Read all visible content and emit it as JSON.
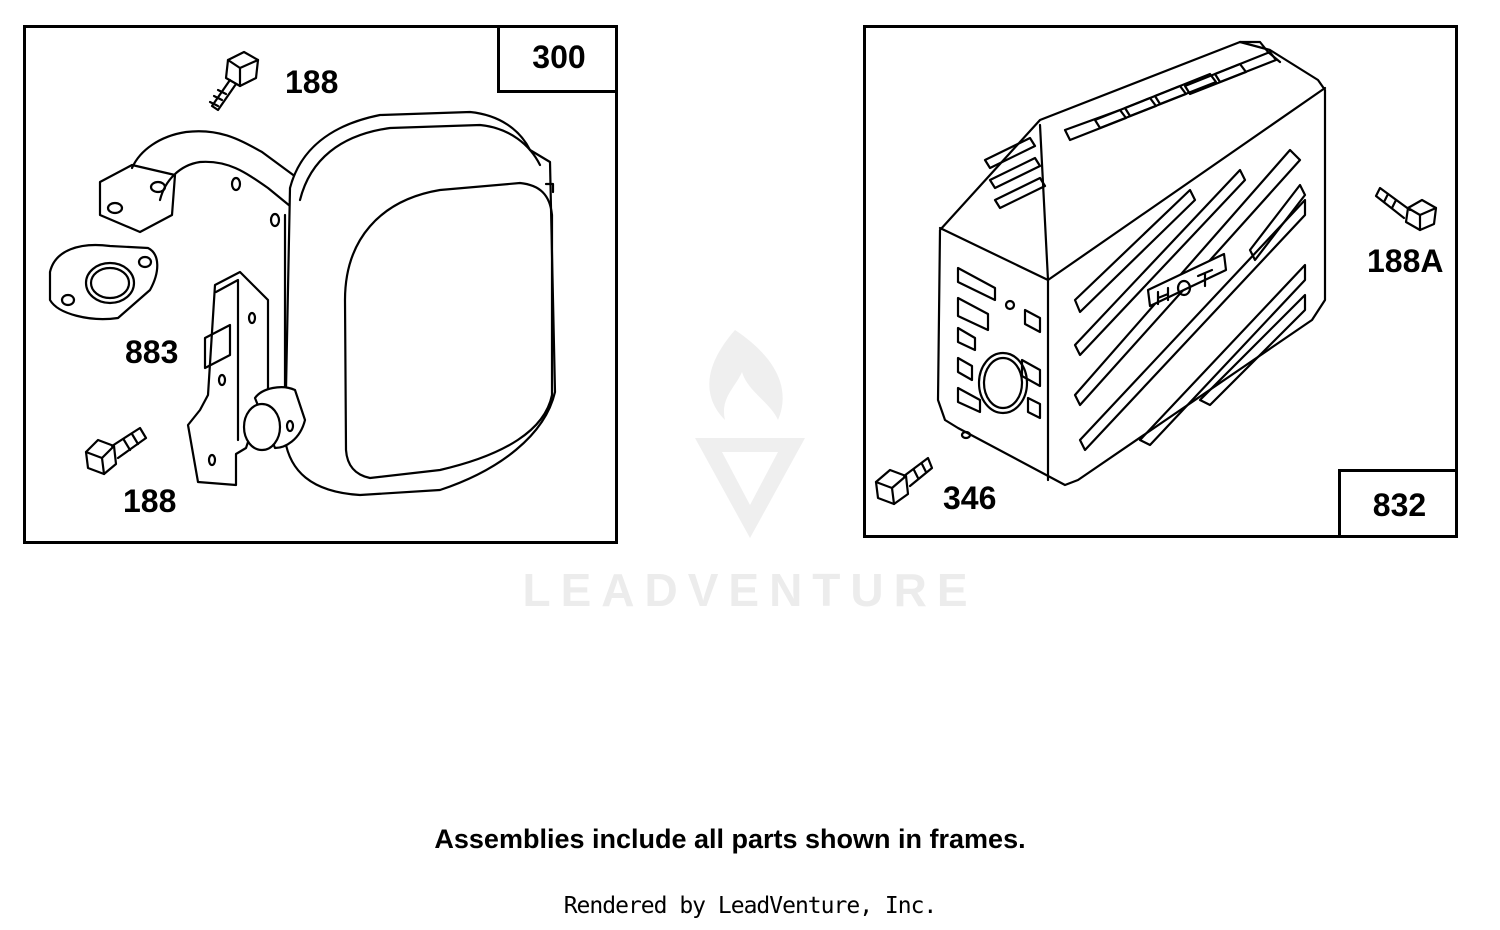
{
  "watermark": {
    "text": "LEADVENTURE"
  },
  "frames": {
    "left": {
      "assembly_number": "300"
    },
    "right": {
      "assembly_number": "832"
    }
  },
  "callouts": {
    "left_bolt_top": "188",
    "left_gasket": "883",
    "left_bolt_bottom": "188",
    "right_bolt_right": "188A",
    "right_bolt_left": "346"
  },
  "footer": {
    "note": "Assemblies include all parts shown in frames.",
    "credit": "Rendered by LeadVenture, Inc."
  },
  "colors": {
    "line": "#000000",
    "watermark": "#ececec",
    "background": "#ffffff"
  }
}
